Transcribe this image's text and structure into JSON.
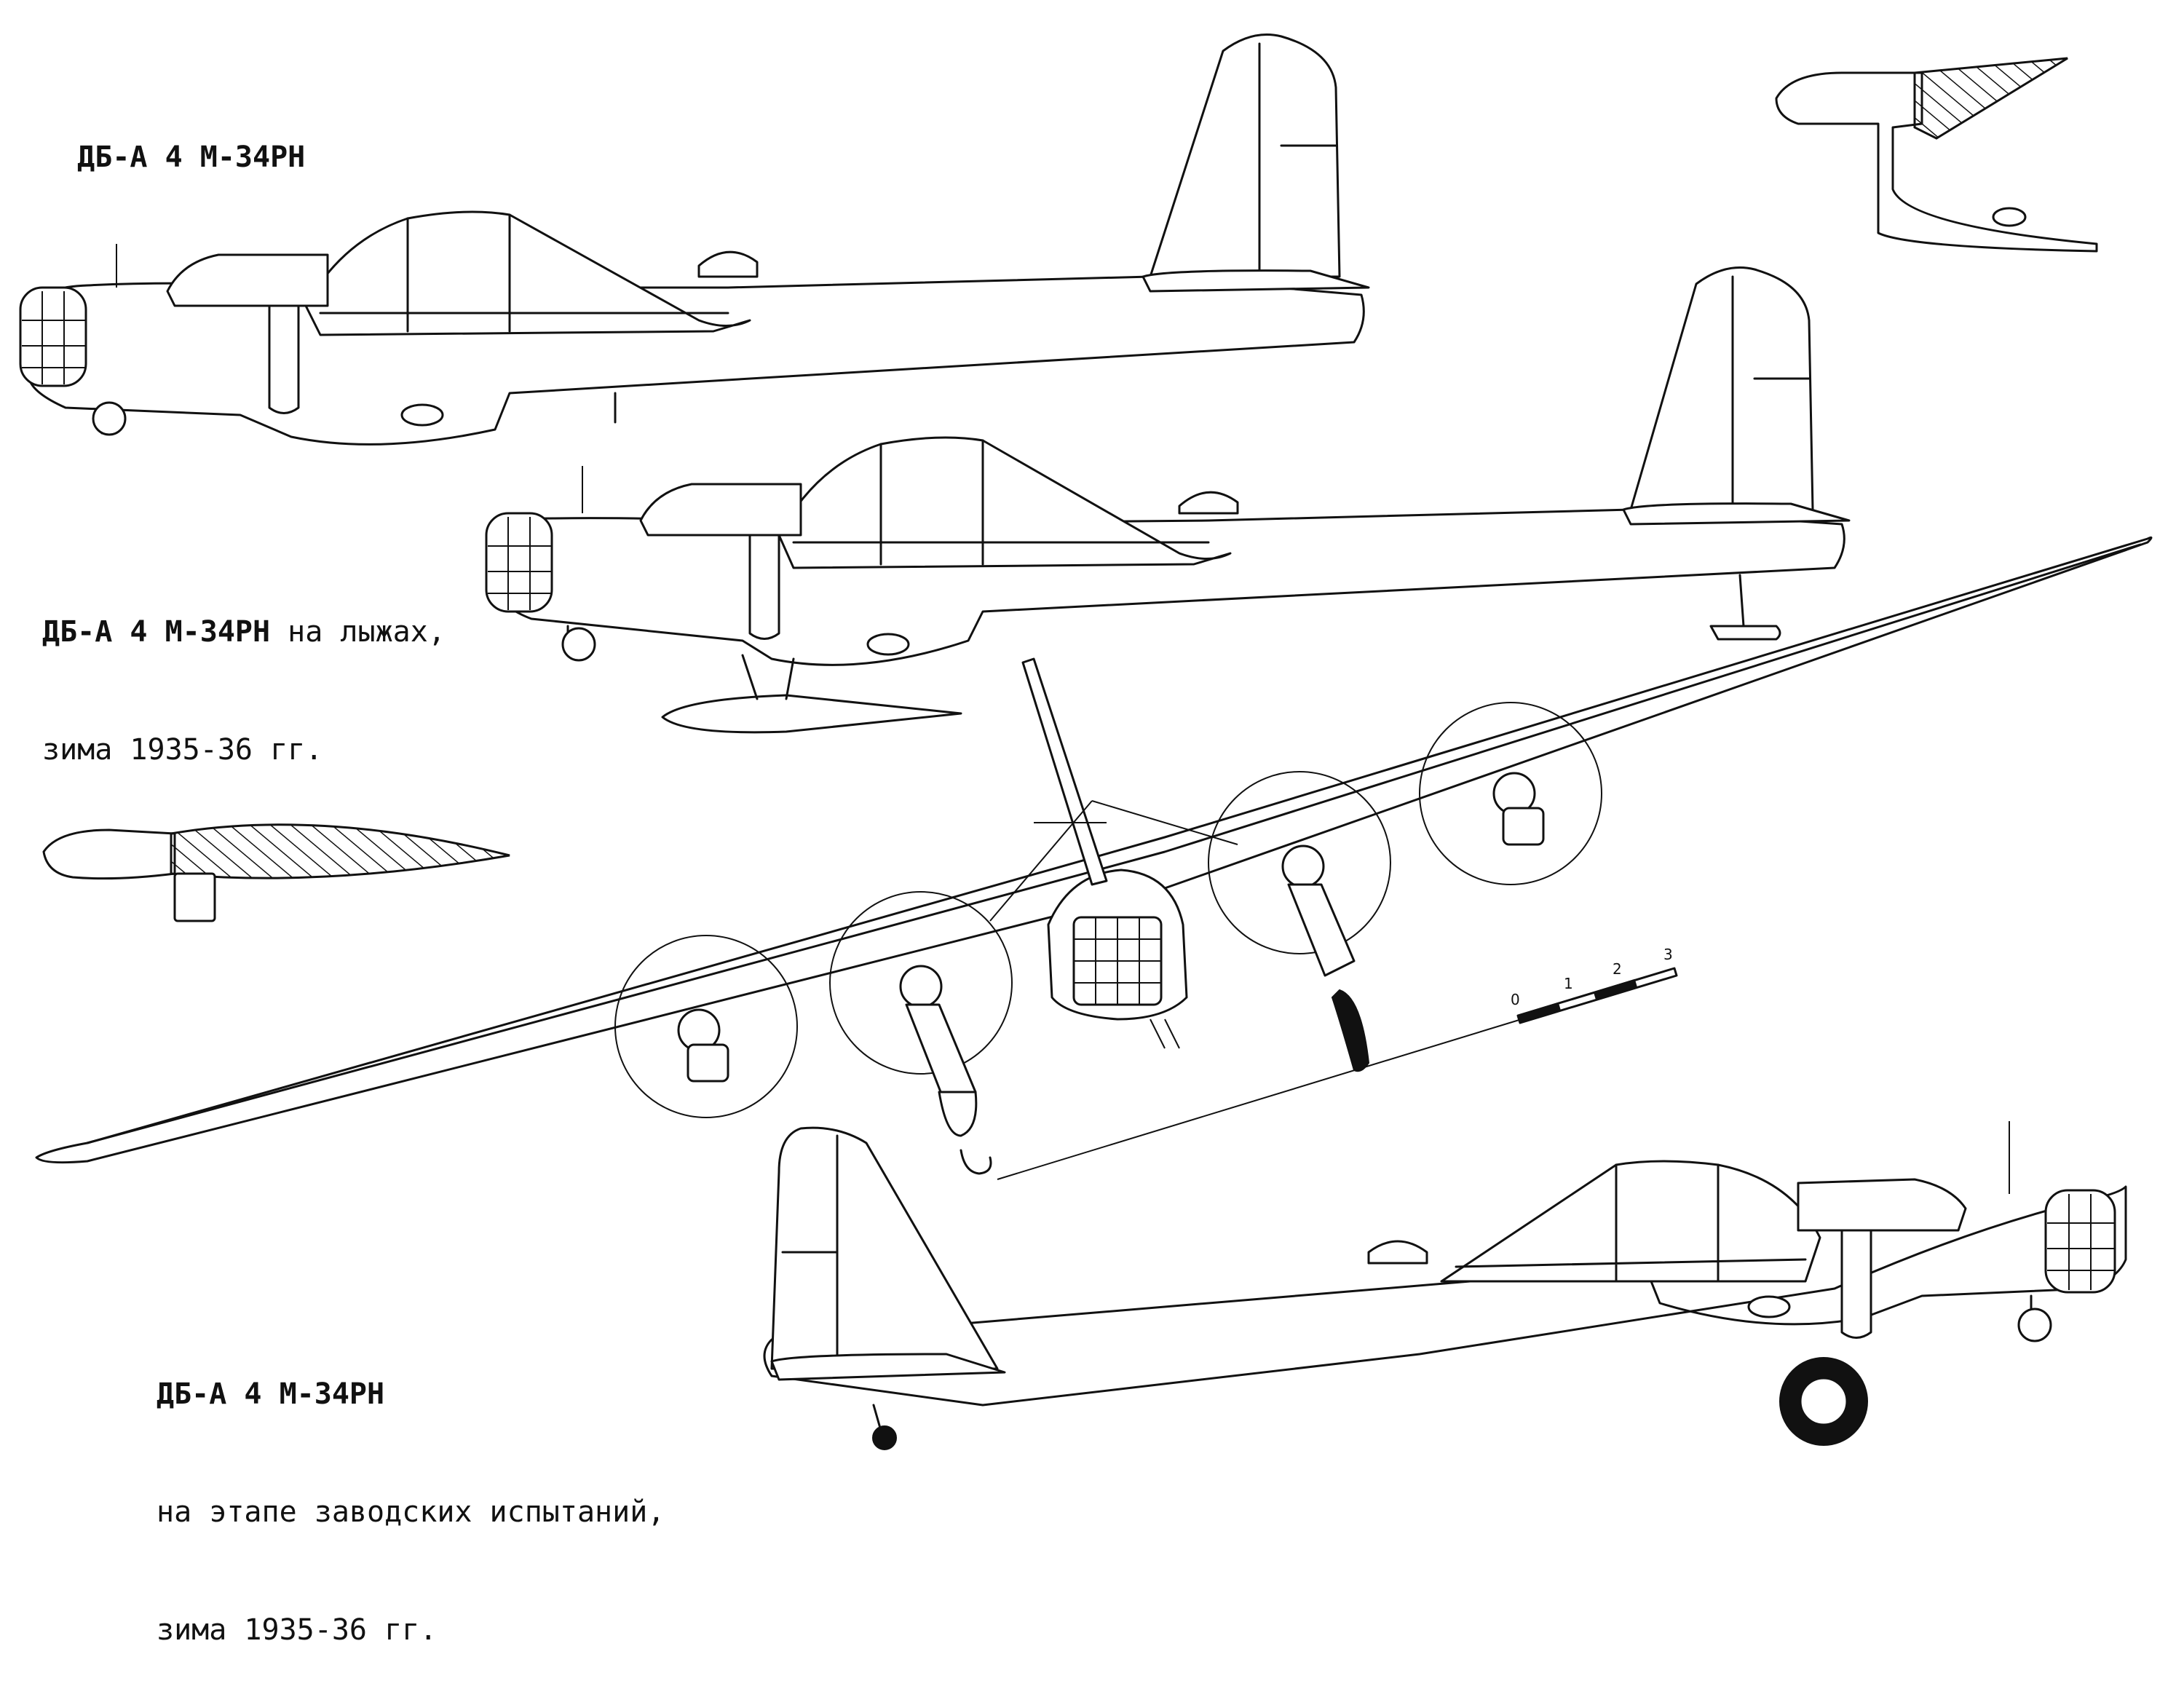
{
  "captions": {
    "view1_title": "ДБ-А 4 М-34РН",
    "view2_title": "ДБ-А 4 М-34РН",
    "view2_suffix": " на лыжах,",
    "view2_line2": "зима 1935-36 гг.",
    "view3_title": "ДБ-А 4 М-34РН",
    "view3_line2": "на этапе заводских испытаний,",
    "view3_line3": "зима 1935-36 гг."
  },
  "scale_bar": {
    "ticks": [
      "0",
      "1",
      "2",
      "3"
    ]
  },
  "colors": {
    "ink": "#111111",
    "paper": "#ffffff"
  }
}
